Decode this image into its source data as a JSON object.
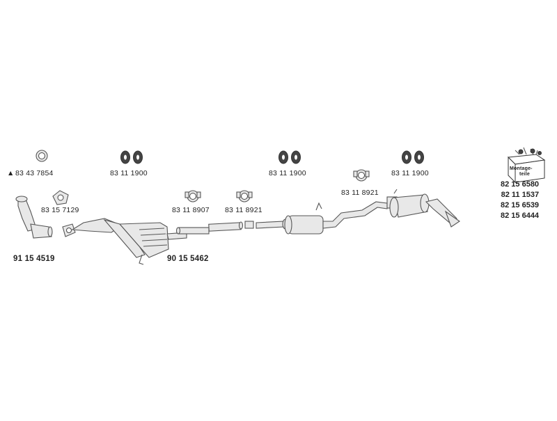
{
  "parts": {
    "gasket_ring": "83 43 7854",
    "gasket_ring_marker": "▲",
    "hanger_1": "83 11 1900",
    "hanger_2": "83 11 1900",
    "hanger_3": "83 11 1900",
    "flange_gasket": "83 15 7129",
    "clamp_1": "83 11 8907",
    "clamp_2": "83 11 8921",
    "clamp_3": "83 11 8921",
    "front_pipe": "91 15 4519",
    "catalytic_converter": "90 15 5462"
  },
  "kit": {
    "box_label_line1": "Montage-",
    "box_label_line2": "teile",
    "part_numbers": [
      "82 15 6580",
      "82 11 1537",
      "82 15 6539",
      "82 15 6444"
    ]
  }
}
